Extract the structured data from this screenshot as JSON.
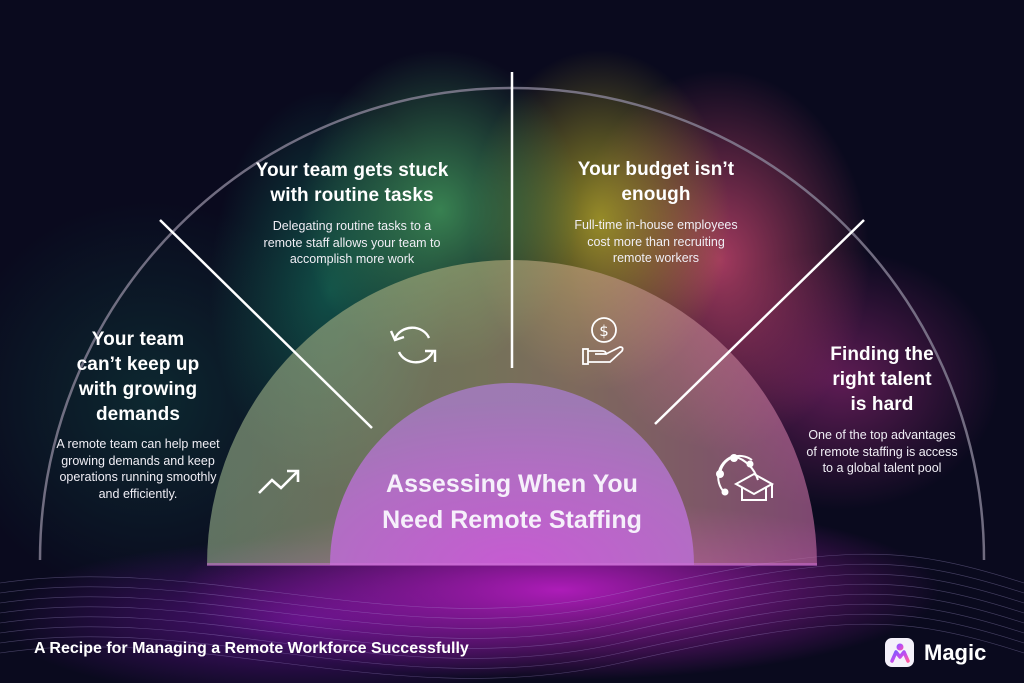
{
  "diagram": {
    "center_title": [
      "Assessing When You",
      "Need Remote Staffing"
    ],
    "segments": [
      {
        "icon": "trending-up-icon",
        "heading": [
          "Your team",
          "can’t keep up",
          "with growing",
          "demands"
        ],
        "description": [
          "A remote team can help meet",
          "growing demands and keep",
          "operations running smoothly",
          "and efficiently."
        ]
      },
      {
        "icon": "refresh-cycle-icon",
        "heading": [
          "Your team gets stuck",
          "with routine tasks"
        ],
        "description": [
          "Delegating routine tasks to a",
          "remote staff allows your team to",
          "accomplish more work"
        ]
      },
      {
        "icon": "money-in-hand-icon",
        "heading": [
          "Your budget isn’t",
          "enough"
        ],
        "description": [
          "Full-time in-house employees",
          "cost more than recruiting",
          "remote workers"
        ]
      },
      {
        "icon": "global-network-graduation-cap-icon",
        "heading": [
          "Finding the",
          "right talent",
          "is hard"
        ],
        "description": [
          "One of the top advantages",
          "of remote staffing is access",
          "to a global talent pool"
        ]
      }
    ]
  },
  "footer": {
    "title": "A Recipe for Managing a Remote Workforce Successfully",
    "brand": "Magic"
  },
  "colors": {
    "background": "#0a0a1e",
    "green_glow": "#40965a",
    "yellow_glow": "#aaa028",
    "pink_glow": "#c8466e",
    "magenta_glow": "#be1ec8",
    "text": "#ffffff"
  }
}
